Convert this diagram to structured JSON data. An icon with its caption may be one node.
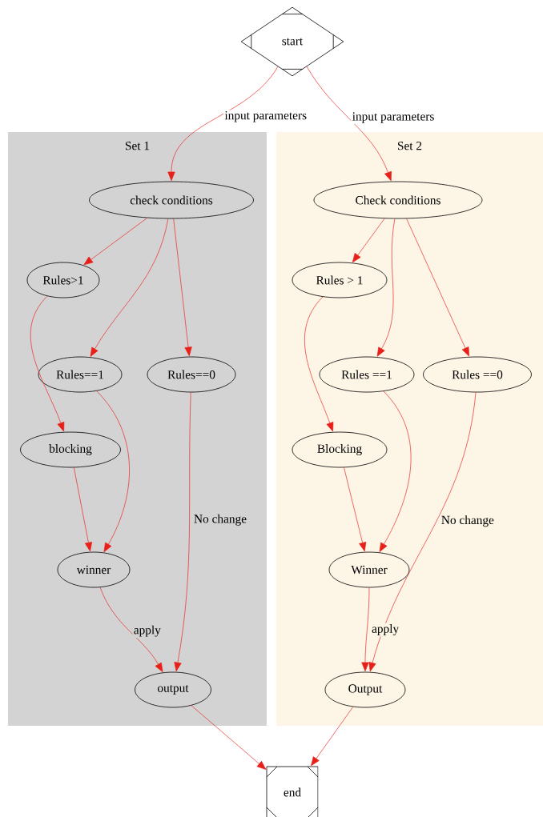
{
  "diagram": {
    "nodes": [
      {
        "text": [
          "start"
        ]
      },
      {
        "text": [
          "Set 1"
        ]
      },
      {
        "text": [
          "check conditions"
        ],
        "in": 1
      },
      {
        "text": [
          "Rules>1"
        ],
        "in": 1
      },
      {
        "text": [
          "Rules==1"
        ],
        "in": 1
      },
      {
        "text": [
          "Rules==0"
        ],
        "in": 1
      },
      {
        "text": [
          "blocking"
        ],
        "in": 1
      },
      {
        "text": [
          "winner"
        ],
        "in": 1
      },
      {
        "text": [
          "output"
        ],
        "in": 1
      },
      {
        "text": [
          "Set 2"
        ]
      },
      {
        "text": [
          "Check conditions"
        ],
        "in": 9
      },
      {
        "text": [
          "Rules > 1"
        ],
        "in": 9
      },
      {
        "text": [
          "Rules ==1"
        ],
        "in": 9
      },
      {
        "text": [
          "Rules ==0"
        ],
        "in": 9
      },
      {
        "text": [
          "Blocking"
        ],
        "in": 9
      },
      {
        "text": [
          "Winner"
        ],
        "in": 9
      },
      {
        "text": [
          "Output"
        ],
        "in": 9
      },
      {
        "text": [
          "end"
        ]
      }
    ],
    "edges": [
      {
        "from": 0,
        "to": 2,
        "arrow": "to",
        "label": "input parameters"
      },
      {
        "from": 0,
        "to": 10,
        "arrow": "to",
        "label": "input parameters"
      },
      {
        "from": 2,
        "to": 3,
        "arrow": "to"
      },
      {
        "from": 2,
        "to": 4,
        "arrow": "to"
      },
      {
        "from": 2,
        "to": 5,
        "arrow": "to"
      },
      {
        "from": 3,
        "to": 6,
        "arrow": "to"
      },
      {
        "from": 6,
        "to": 7,
        "arrow": "to"
      },
      {
        "from": 4,
        "to": 7,
        "arrow": "to"
      },
      {
        "from": 7,
        "to": 8,
        "arrow": "to",
        "label": "apply"
      },
      {
        "from": 5,
        "to": 8,
        "arrow": "to",
        "label": "No change"
      },
      {
        "from": 10,
        "to": 11,
        "arrow": "to"
      },
      {
        "from": 10,
        "to": 12,
        "arrow": "to"
      },
      {
        "from": 10,
        "to": 13,
        "arrow": "to"
      },
      {
        "from": 11,
        "to": 14,
        "arrow": "to"
      },
      {
        "from": 14,
        "to": 15,
        "arrow": "to"
      },
      {
        "from": 12,
        "to": 15,
        "arrow": "to"
      },
      {
        "from": 15,
        "to": 16,
        "arrow": "to",
        "label": "apply"
      },
      {
        "from": 13,
        "to": 16,
        "arrow": "to",
        "label": "No change"
      },
      {
        "from": 8,
        "to": 17,
        "arrow": "to"
      },
      {
        "from": 16,
        "to": 17,
        "arrow": "to"
      }
    ]
  }
}
